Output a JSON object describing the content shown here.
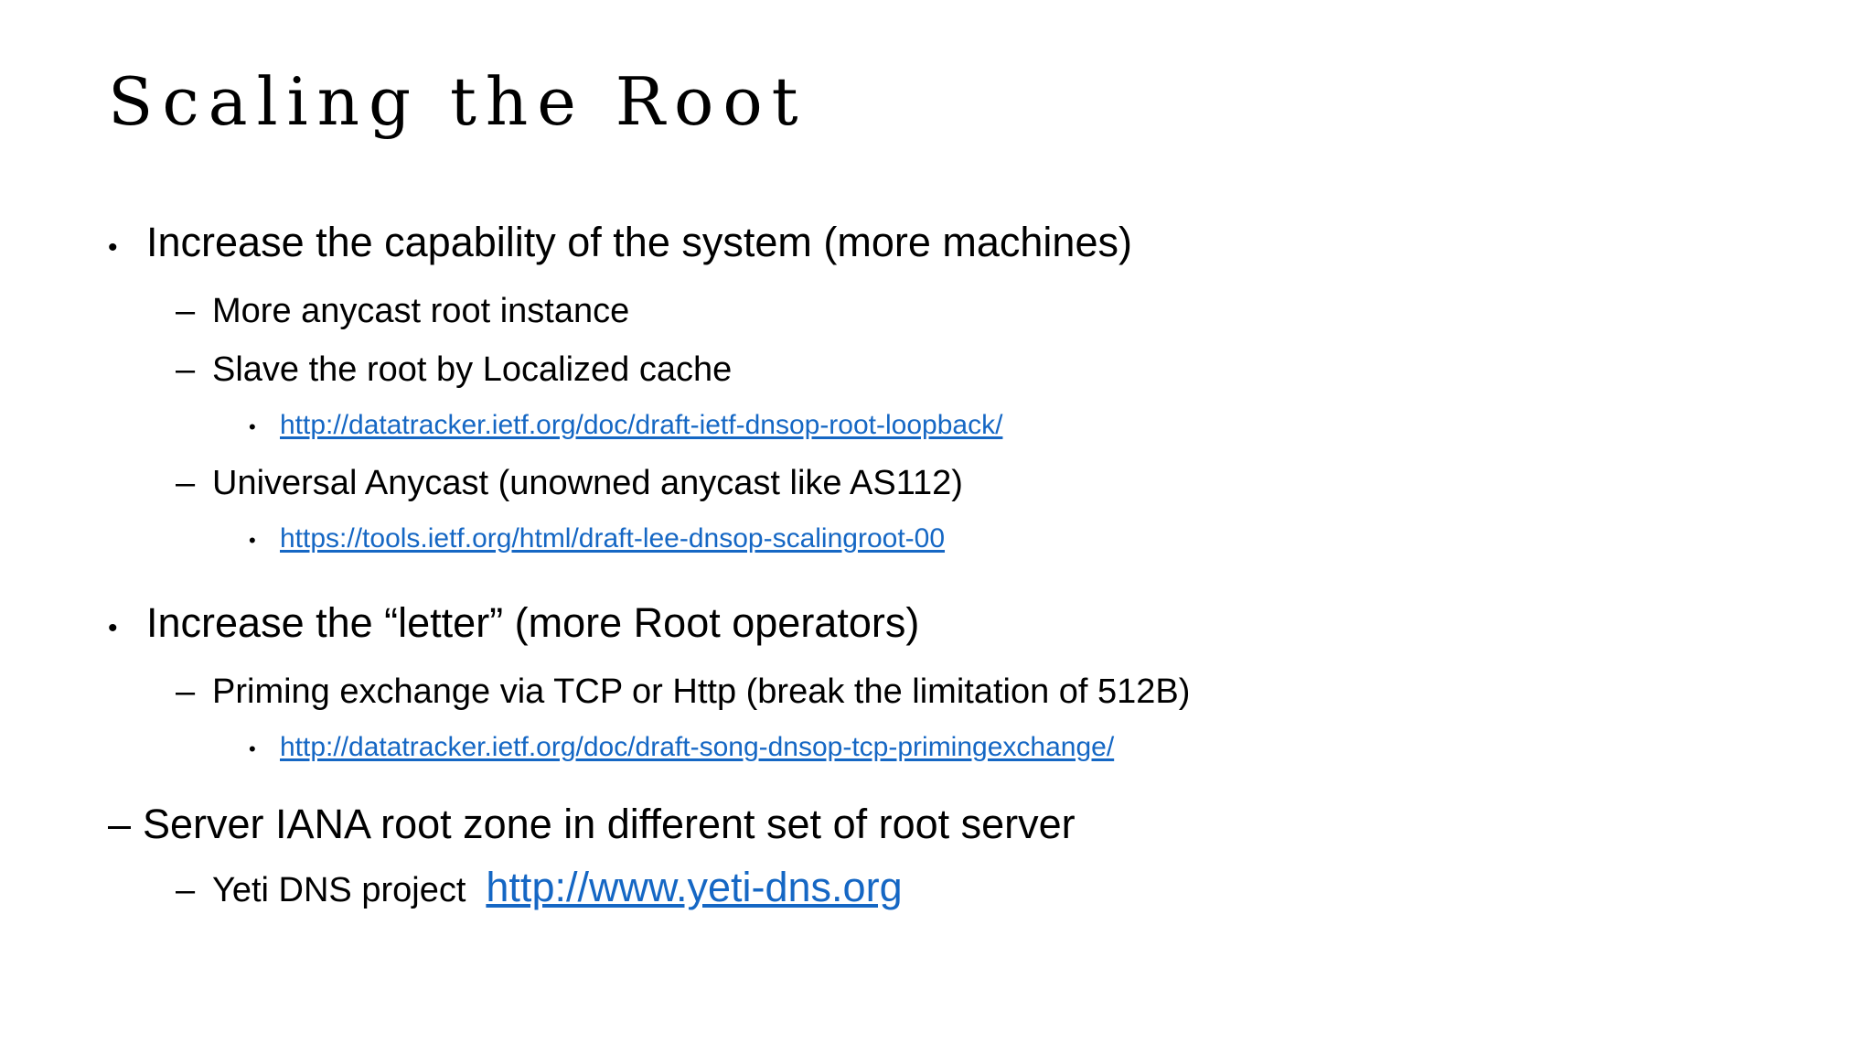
{
  "slide": {
    "title": "Scaling the Root",
    "background_color": "#ffffff",
    "text_color": "#000000",
    "link_color": "#1567C4",
    "markers": {
      "level1_bullet": "•",
      "level2_dash": "–",
      "level3_bullet": "•"
    },
    "content": [
      {
        "level": 1,
        "marker": "•",
        "text": "Increase the capability of the system (more machines)"
      },
      {
        "level": 2,
        "marker": "–",
        "text": "More anycast root instance"
      },
      {
        "level": 2,
        "marker": "–",
        "text": "Slave the root by Localized cache"
      },
      {
        "level": 3,
        "marker": "•",
        "link": "http://datatracker.ietf.org/doc/draft-ietf-dnsop-root-loopback/"
      },
      {
        "level": 2,
        "marker": "–",
        "text": "Universal Anycast (unowned anycast like AS112)"
      },
      {
        "level": 3,
        "marker": "•",
        "link": "https://tools.ietf.org/html/draft-lee-dnsop-scalingroot-00"
      },
      {
        "level": 1,
        "marker": "•",
        "text": "Increase the “letter” (more Root operators)"
      },
      {
        "level": 2,
        "marker": "–",
        "text": "Priming exchange via TCP or Http (break the limitation of 512B)"
      },
      {
        "level": 3,
        "marker": "•",
        "link": "http://datatracker.ietf.org/doc/draft-song-dnsop-tcp-primingexchange/"
      },
      {
        "level": 1,
        "marker": "–",
        "text": "Server IANA root zone in different set of root server"
      },
      {
        "level": 2,
        "marker": "–",
        "text": "Yeti DNS project",
        "link": "http://www.yeti-dns.org"
      }
    ]
  }
}
